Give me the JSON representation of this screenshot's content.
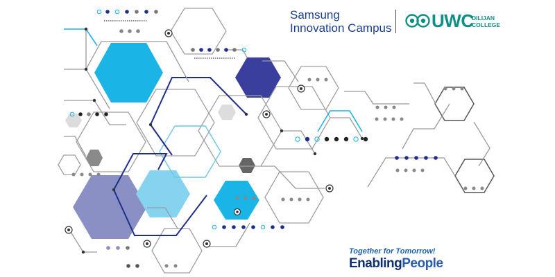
{
  "header": {
    "samsung_line1": "Samsung",
    "samsung_line2": "Innovation Campus",
    "uwc_name": "UWC",
    "uwc_sub1": "DILIJAN",
    "uwc_sub2": "COLLEGE"
  },
  "footer": {
    "tagline": "Together for Tomorrow!",
    "enabling_word1": "Enabling",
    "enabling_word2": "People"
  },
  "colors": {
    "navy": "#1d2f8a",
    "royal": "#3a3f9e",
    "sky": "#1bb4e6",
    "light_sky": "#86d3ef",
    "lavender": "#8a8fc4",
    "gray": "#9a9a9a",
    "dark_gray": "#555555",
    "teal": "#0f8f85"
  }
}
